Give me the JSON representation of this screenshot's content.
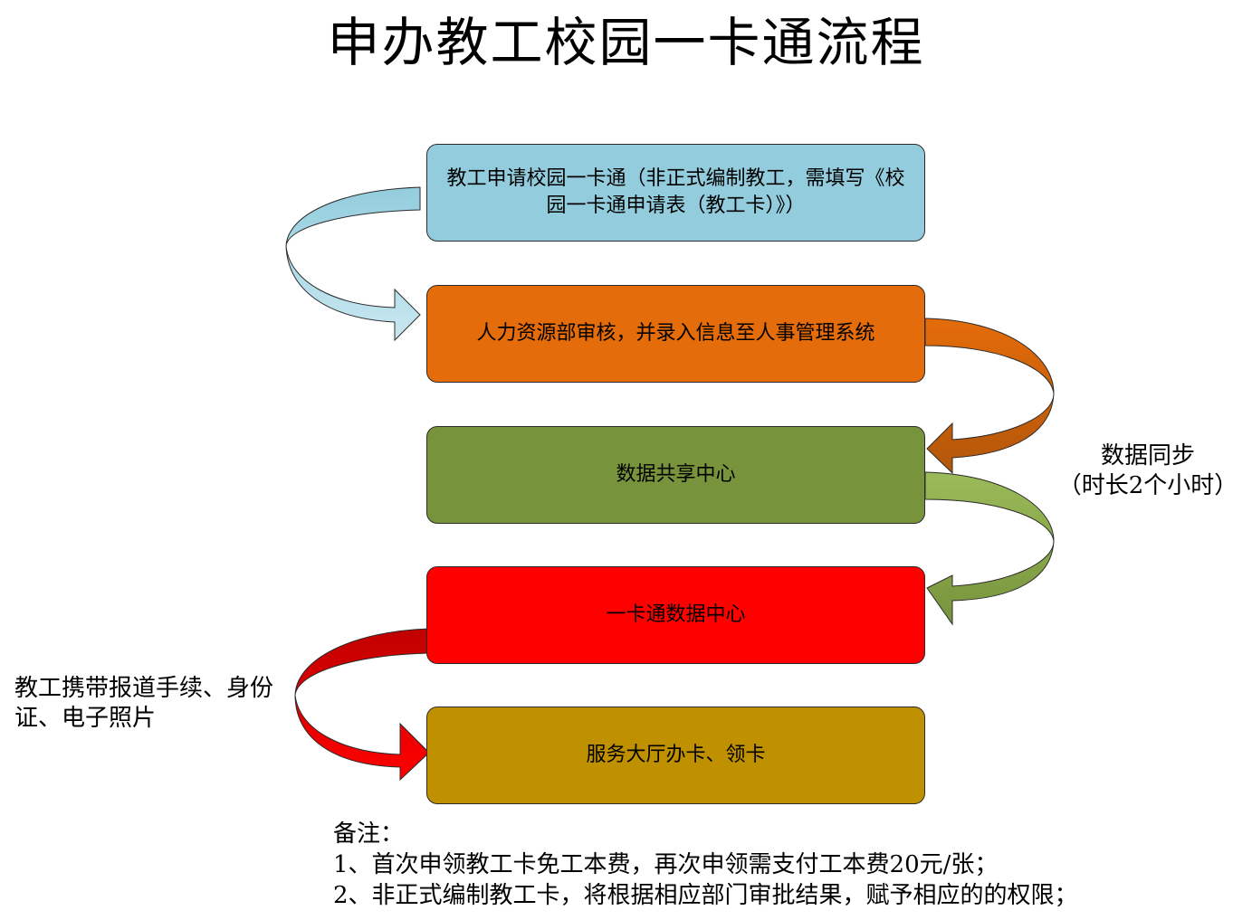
{
  "title": "申办教工校园一卡通流程",
  "steps": [
    {
      "text": "教工申请校园一卡通（非正式编制教工，需填写《校园一卡通申请表（教工卡）》）",
      "color": "#93cddd"
    },
    {
      "text": "人力资源部审核，并录入信息至人事管理系统",
      "color": "#e46c0a"
    },
    {
      "text": "数据共享中心",
      "color": "#77933c"
    },
    {
      "text": "一卡通数据中心",
      "color": "#ff0000"
    },
    {
      "text": "服务大厅办卡、领卡",
      "color": "#bf9000"
    }
  ],
  "annotations": {
    "sync_line1": "数据同步",
    "sync_line2": "（时长2个小时）",
    "bring": "教工携带报道手续、身份证、电子照片"
  },
  "notes": {
    "heading": "备注：",
    "items": [
      "1、首次申领教工卡免工本费，再次申领需支付工本费20元/张；",
      "2、非正式编制教工卡，将根据相应部门审批结果，赋予相应的的权限；"
    ]
  },
  "arrow_colors": [
    "#b7dde8",
    "#e46c0a",
    "#9bbb59",
    "#ff0000"
  ]
}
